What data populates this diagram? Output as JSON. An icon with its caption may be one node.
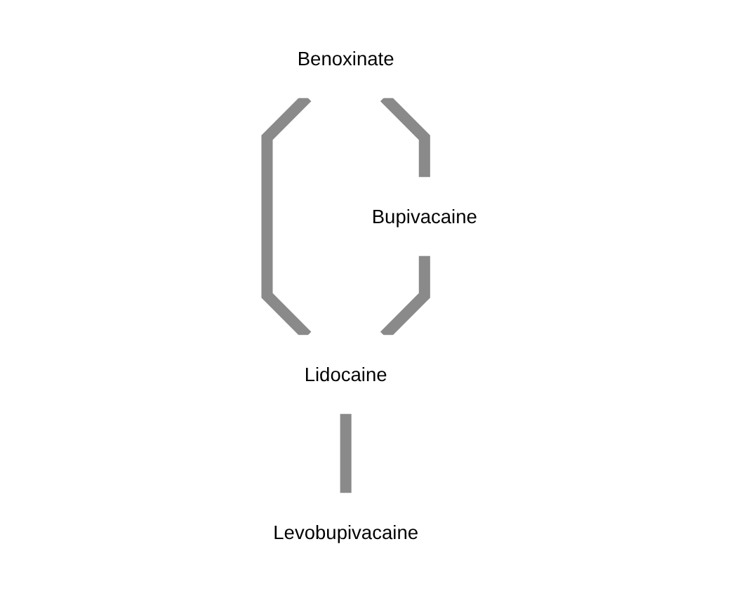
{
  "diagram": {
    "nodes": [
      {
        "text": [
          "Benoxinate"
        ]
      },
      {
        "text": [
          "Bupivacaine"
        ]
      },
      {
        "text": [
          "Lidocaine"
        ]
      },
      {
        "text": [
          "Levobupivacaine"
        ]
      }
    ],
    "edges": [
      {
        "from": 0,
        "to": 1,
        "arrow": "none"
      },
      {
        "from": 0,
        "to": 2,
        "arrow": "none"
      },
      {
        "from": 1,
        "to": 2,
        "arrow": "none"
      },
      {
        "from": 2,
        "to": 3,
        "arrow": "none"
      }
    ]
  }
}
